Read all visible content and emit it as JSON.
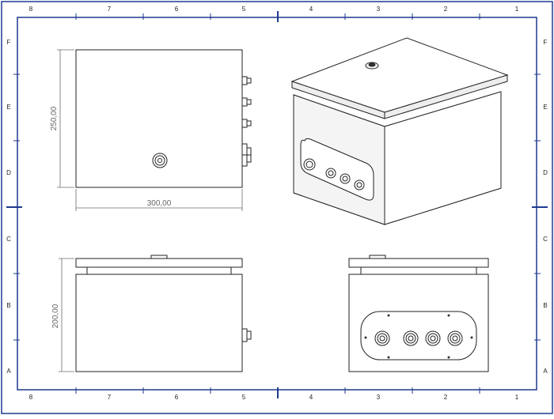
{
  "sheet": {
    "columns": [
      "8",
      "7",
      "6",
      "5",
      "4",
      "3",
      "2",
      "1"
    ],
    "rows": [
      "F",
      "E",
      "D",
      "C",
      "B",
      "A"
    ]
  },
  "dimensions": {
    "front_height": "250,00",
    "front_width": "300,00",
    "side_height": "200,00"
  },
  "colors": {
    "frame": "#1f3a8f",
    "line": "#222222",
    "dim": "#6b6b6b",
    "fill": "#ffffff",
    "shade": "#e6e6e6"
  }
}
